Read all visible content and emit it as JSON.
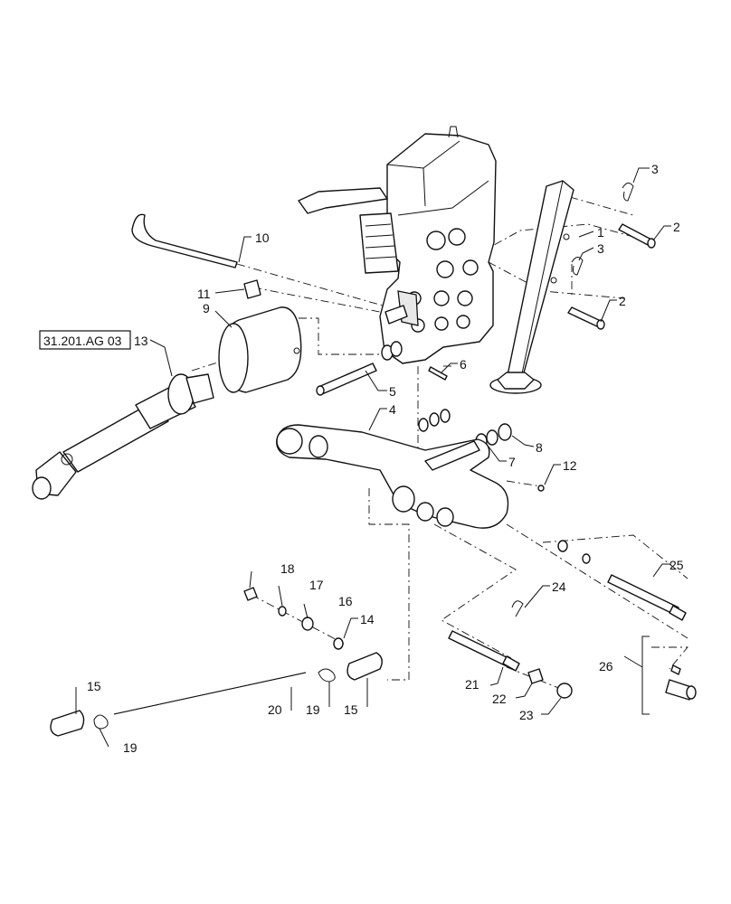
{
  "reference": {
    "text": "31.201.AG 03"
  },
  "callouts": [
    {
      "id": "c1",
      "text": "1"
    },
    {
      "id": "c2a",
      "text": "2"
    },
    {
      "id": "c2b",
      "text": "2"
    },
    {
      "id": "c3a",
      "text": "3"
    },
    {
      "id": "c3b",
      "text": "3"
    },
    {
      "id": "c4",
      "text": "4"
    },
    {
      "id": "c5",
      "text": "5"
    },
    {
      "id": "c6",
      "text": "6"
    },
    {
      "id": "c7",
      "text": "7"
    },
    {
      "id": "c8",
      "text": "8"
    },
    {
      "id": "c9",
      "text": "9"
    },
    {
      "id": "c10",
      "text": "10"
    },
    {
      "id": "c11",
      "text": "11"
    },
    {
      "id": "c12",
      "text": "12"
    },
    {
      "id": "c13",
      "text": "13"
    },
    {
      "id": "c14",
      "text": "14"
    },
    {
      "id": "c15a",
      "text": "15"
    },
    {
      "id": "c15b",
      "text": "15"
    },
    {
      "id": "c16",
      "text": "16"
    },
    {
      "id": "c17",
      "text": "17"
    },
    {
      "id": "c18",
      "text": "18"
    },
    {
      "id": "c19a",
      "text": "19"
    },
    {
      "id": "c19b",
      "text": "19"
    },
    {
      "id": "c20",
      "text": "20"
    },
    {
      "id": "c21",
      "text": "21"
    },
    {
      "id": "c22",
      "text": "22"
    },
    {
      "id": "c23",
      "text": "23"
    },
    {
      "id": "c24",
      "text": "24"
    },
    {
      "id": "c25",
      "text": "25"
    },
    {
      "id": "c26",
      "text": "26"
    }
  ]
}
